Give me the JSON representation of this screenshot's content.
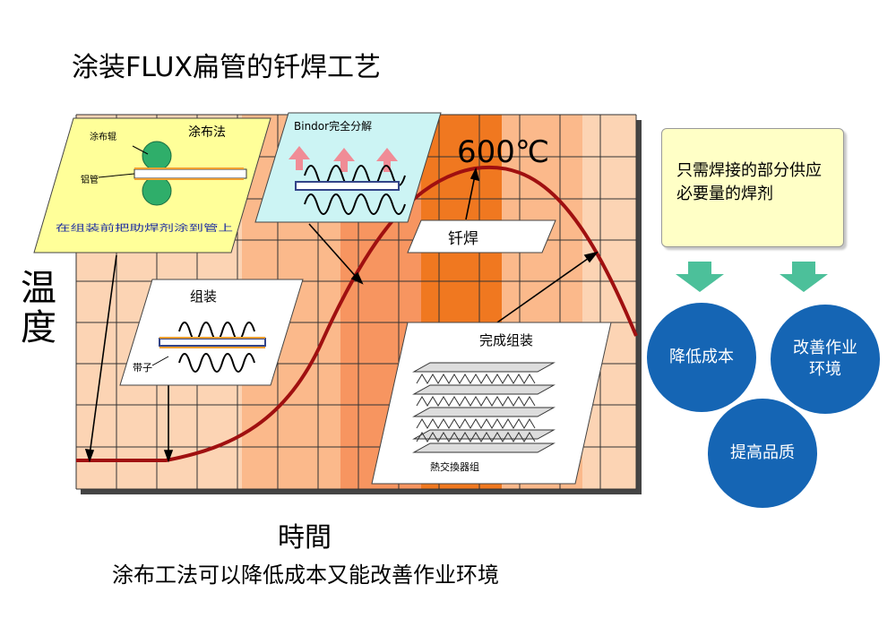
{
  "title": "涂装FLUX扁管的钎焊工艺",
  "axis": {
    "y_label": "温度",
    "x_label": "時間"
  },
  "caption": "涂布工法可以降低成本又能改善作业环境",
  "peak_temperature": "600℃",
  "panels": {
    "coating": {
      "title": "涂布法",
      "roller_label": "涂布辊",
      "tube_label": "铝管",
      "note": "在组装前把助焊剂涂到管上"
    },
    "binder": {
      "title": "Bindor完全分解"
    },
    "brazing": {
      "title": "钎焊"
    },
    "assembly": {
      "title": "组装",
      "strip_label": "带子"
    },
    "completed": {
      "title": "完成组装",
      "exchanger_label": "熱交換器组"
    }
  },
  "benefits": {
    "box_text": "只需焊接的部分供应必要量的焊剂",
    "circles": [
      "降低成本",
      "改善作业环境",
      "提高品质"
    ]
  },
  "colors": {
    "grid_light": "#fcd4b4",
    "grid_mid": "#fbb98b",
    "grid_dark": "#f79560",
    "grid_hot": "#f07820",
    "curve": "#a01010",
    "circle": "#1565b4",
    "note_box": "#ffffc6"
  }
}
